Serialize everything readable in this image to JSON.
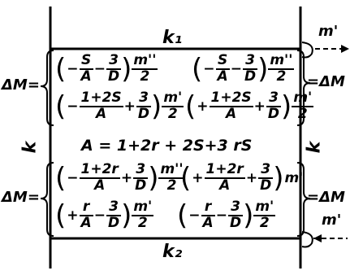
{
  "labels": {
    "k1": "k₁",
    "k2": "k₂",
    "k_left": "k",
    "k_right": "k",
    "dm_left_top": "ΔM=",
    "dm_left_bottom": "ΔM=",
    "dm_right_top": "=ΔM",
    "dm_right_bottom": "=ΔM",
    "m_top": "m'",
    "m_bottom": "m'"
  },
  "center_equation": "A = 1+2r + 2S+3 rS",
  "terms": {
    "r1l": {
      "sign1": "−",
      "n1": "S",
      "d1": "A",
      "op": "−",
      "n2": "3",
      "d2": "D",
      "nm": "m''",
      "dm": "2"
    },
    "r1r": {
      "sign1": "−",
      "n1": "S",
      "d1": "A",
      "op": "−",
      "n2": "3",
      "d2": "D",
      "nm": "m''",
      "dm": "2"
    },
    "r2l": {
      "sign1": "−",
      "n1": "1+2S",
      "d1": "A",
      "op": "+",
      "n2": "3",
      "d2": "D",
      "nm": "m'",
      "dm": "2"
    },
    "r2r": {
      "sign1": "+",
      "n1": "1+2S",
      "d1": "A",
      "op": "+",
      "n2": "3",
      "d2": "D",
      "nm": "m'",
      "dm": "2"
    },
    "r3l": {
      "sign1": "−",
      "n1": "1+2r",
      "d1": "A",
      "op": "+",
      "n2": "3",
      "d2": "D",
      "nm": "m''",
      "dm": "2"
    },
    "r3r": {
      "sign1": "+",
      "n1": "1+2r",
      "d1": "A",
      "op": "+",
      "n2": "3",
      "d2": "D",
      "nm": "m'",
      "dm": ""
    },
    "r4l": {
      "sign1": "+",
      "n1": "r",
      "d1": "A",
      "op": "−",
      "n2": "3",
      "d2": "D",
      "nm": "m'",
      "dm": "2"
    },
    "r4r": {
      "sign1": "−",
      "n1": "r",
      "d1": "A",
      "op": "−",
      "n2": "3",
      "d2": "D",
      "nm": "m'",
      "dm": "2"
    }
  }
}
